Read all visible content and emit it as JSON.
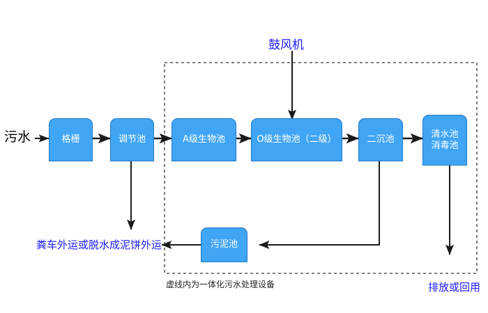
{
  "diagram": {
    "title_caption": "虚线内为一体化污水处理设备",
    "colors": {
      "node_fill": "#41a5f5",
      "node_border": "#1e78c8",
      "node_text": "#ffffff",
      "blue_label": "#1a1aff",
      "line": "#1a1a1a",
      "dashed_box": "#333333",
      "background": "#ffffff"
    },
    "labels": {
      "inflow": "污水",
      "blower": "鼓风机",
      "sludge_disposal": "粪车外运或脱水成泥饼外运",
      "discharge": "排放或回用",
      "enclosure_caption": "虚线内为一体化污水处理设备"
    },
    "nodes": [
      {
        "id": "grating",
        "name": "格栅",
        "line1": "格栅",
        "line2": ""
      },
      {
        "id": "regulating",
        "name": "调节池",
        "line1": "调节池",
        "line2": ""
      },
      {
        "id": "a-stage",
        "name": "A级生物池",
        "line1": "A级生物池",
        "line2": ""
      },
      {
        "id": "o-stage",
        "name": "O级生物池（二级）",
        "line1": "O级生物池（二级）",
        "line2": ""
      },
      {
        "id": "clarifier",
        "name": "二沉池",
        "line1": "二沉池",
        "line2": ""
      },
      {
        "id": "clearwater",
        "name": "清水池消毒池",
        "line1": "清水池",
        "line2": "消毒池"
      },
      {
        "id": "sludge",
        "name": "污泥池",
        "line1": "污泥池",
        "line2": ""
      }
    ],
    "flow_sequence": [
      "污水",
      "格栅",
      "调节池",
      "A级生物池",
      "O级生物池（二级）",
      "二沉池",
      "清水池消毒池"
    ]
  }
}
